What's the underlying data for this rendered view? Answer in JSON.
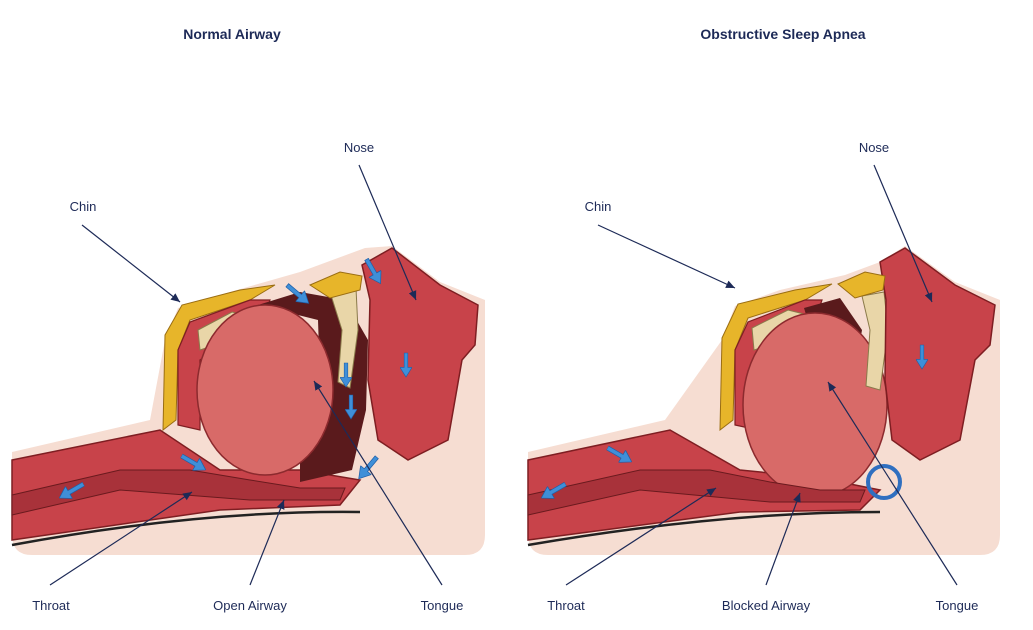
{
  "panels": [
    {
      "title": "Normal Airway",
      "labels": {
        "nose": "Nose",
        "chin": "Chin",
        "throat": "Throat",
        "airway": "Open Airway",
        "tongue": "Tongue"
      }
    },
    {
      "title": "Obstructive Sleep Apnea",
      "labels": {
        "nose": "Nose",
        "chin": "Chin",
        "throat": "Throat",
        "airway": "Blocked Airway",
        "tongue": "Tongue"
      }
    }
  ],
  "colors": {
    "label_text": "#1d2a57",
    "skin": "#f6ddd2",
    "tissue": "#c8434a",
    "tongue": "#d86a68",
    "airway": "#5a1a1c",
    "fat": "#e7b52a",
    "bone": "#e9d6a8",
    "airflow": "#3f8fd8"
  }
}
